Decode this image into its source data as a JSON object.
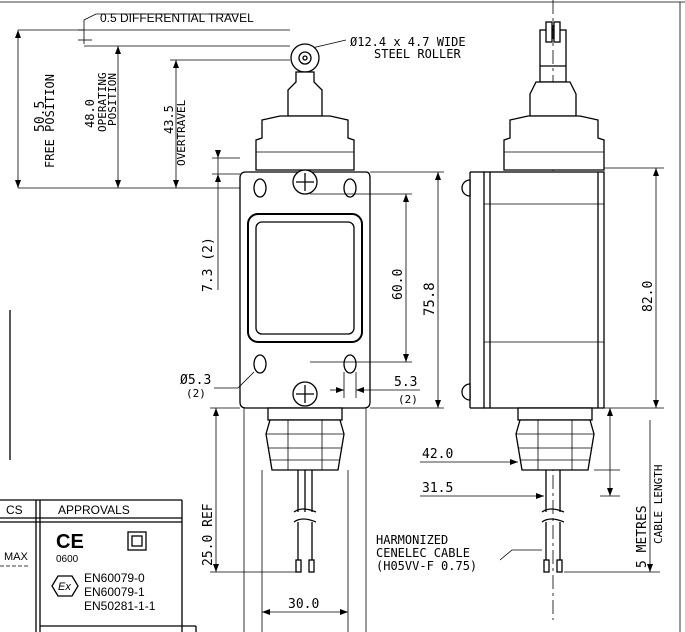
{
  "labels": {
    "differential_travel": "0.5 DIFFERENTIAL TRAVEL",
    "roller_line1": "Ø12.4 x 4.7 WIDE",
    "roller_line2": "STEEL ROLLER",
    "free_position_value": "50.5",
    "free_position_text": "FREE POSITION",
    "operating_value": "48.0",
    "operating_text1": "OPERATING",
    "operating_text2": "POSITION",
    "overtravel_value": "43.5",
    "overtravel_text": "OVERTRAVEL",
    "dim_7_3": "7.3 (2)",
    "dim_60": "60.0",
    "dim_75_8": "75.8",
    "dim_82": "82.0",
    "hole_dia": "Ø5.3",
    "hole_count": "(2)",
    "slot_width": "5.3",
    "slot_count": "(2)",
    "dim_42": "42.0",
    "dim_31_5": "31.5",
    "cable_length_value": "5 METRES",
    "cable_length_text": "CABLE LENGTH",
    "dim_25_ref": "25.0 REF",
    "dim_30": "30.0",
    "cable_line1": "HARMONIZED",
    "cable_line2": "CENELEC CABLE",
    "cable_line3": "(H05VV-F 0.75)"
  },
  "table": {
    "col1_header": "CS",
    "approvals_header": "APPROVALS",
    "max_text": "MAX",
    "ce_mark": "CE",
    "ce_number": "0600",
    "ex_mark": "Ex",
    "standards": [
      "EN60079-0",
      "EN60079-1",
      "EN50281-1-1"
    ]
  }
}
